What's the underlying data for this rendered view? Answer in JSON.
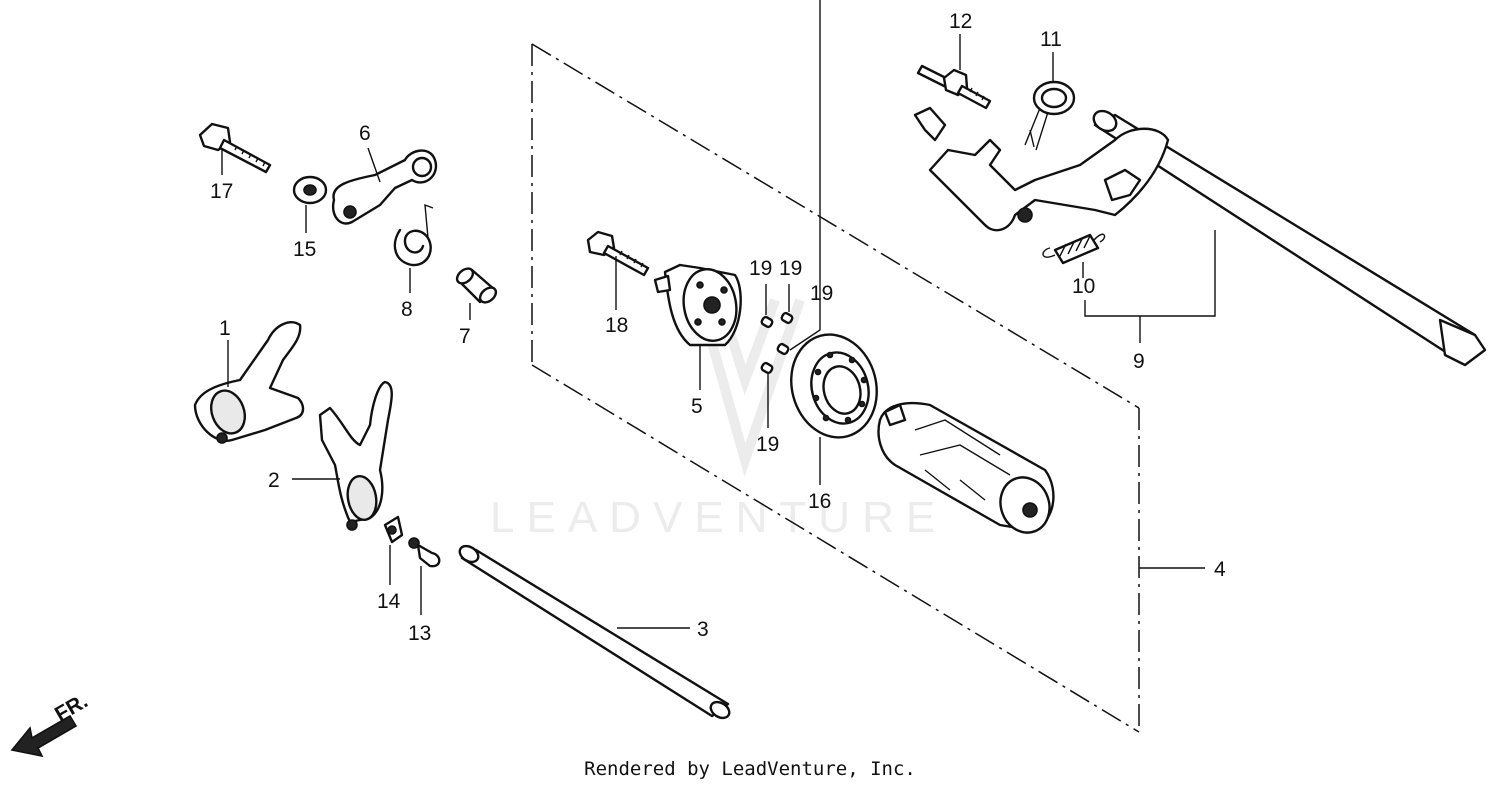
{
  "watermark": "LEADVENTURE",
  "footer_text": "Rendered by LeadVenture, Inc.",
  "front_indicator": "FR.",
  "callouts": {
    "c1": "1",
    "c2": "2",
    "c3": "3",
    "c4": "4",
    "c5": "5",
    "c6": "6",
    "c7": "7",
    "c8": "8",
    "c9": "9",
    "c10": "10",
    "c11": "11",
    "c12": "12",
    "c13": "13",
    "c14": "14",
    "c15": "15",
    "c16": "16",
    "c17": "17",
    "c18": "18",
    "c19a": "19",
    "c19b": "19",
    "c19c": "19",
    "c19d": "19"
  }
}
